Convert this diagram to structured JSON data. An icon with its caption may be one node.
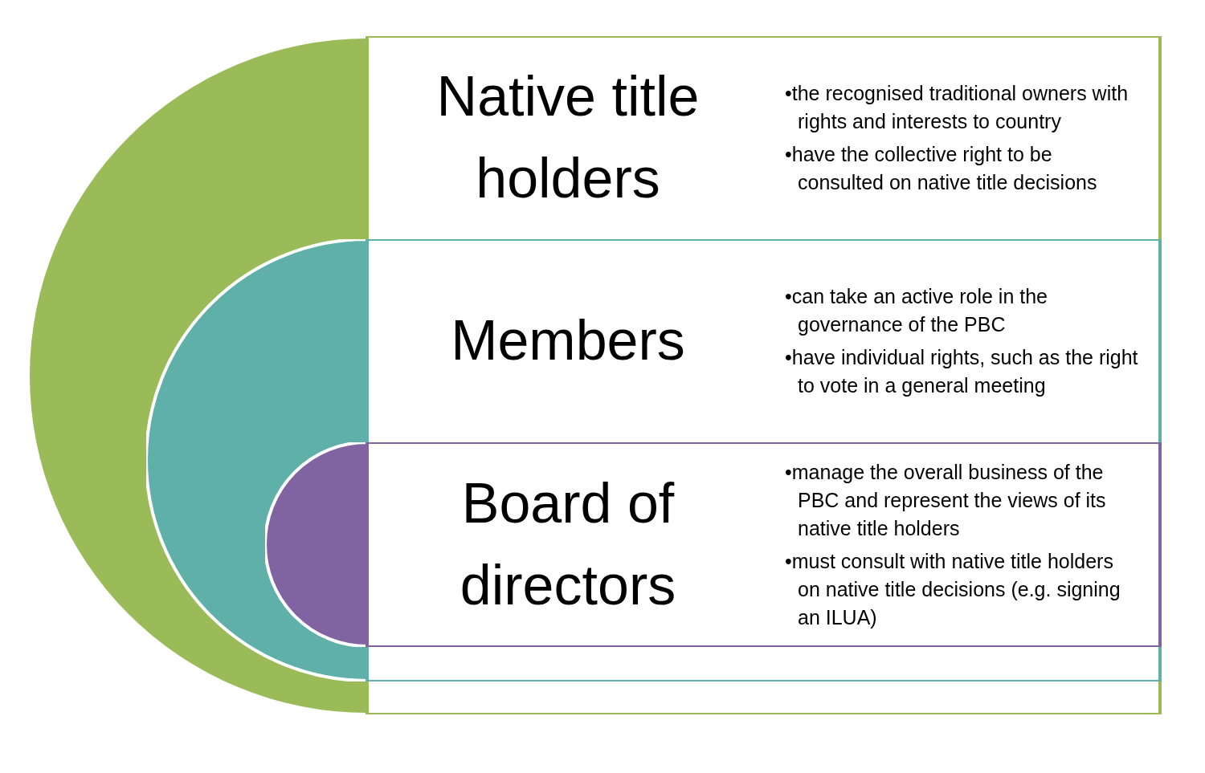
{
  "diagram": {
    "nodes": [
      {
        "text": [
          "Native title holders",
          "•the recognised traditional owners with rights and interests to country",
          "•have the collective right to be consulted on native title decisions"
        ]
      },
      {
        "text": [
          "Members",
          "•can take an active role in the governance of the PBC",
          "•have individual rights, such as the right to vote in a general meeting"
        ],
        "in": 0
      },
      {
        "text": [
          "Board of directors",
          "•manage the overall business of the PBC and represent the views of its native title holders",
          "•must consult with native title holders on native title decisions (e.g. signing an ILUA)"
        ],
        "in": 1
      }
    ]
  }
}
